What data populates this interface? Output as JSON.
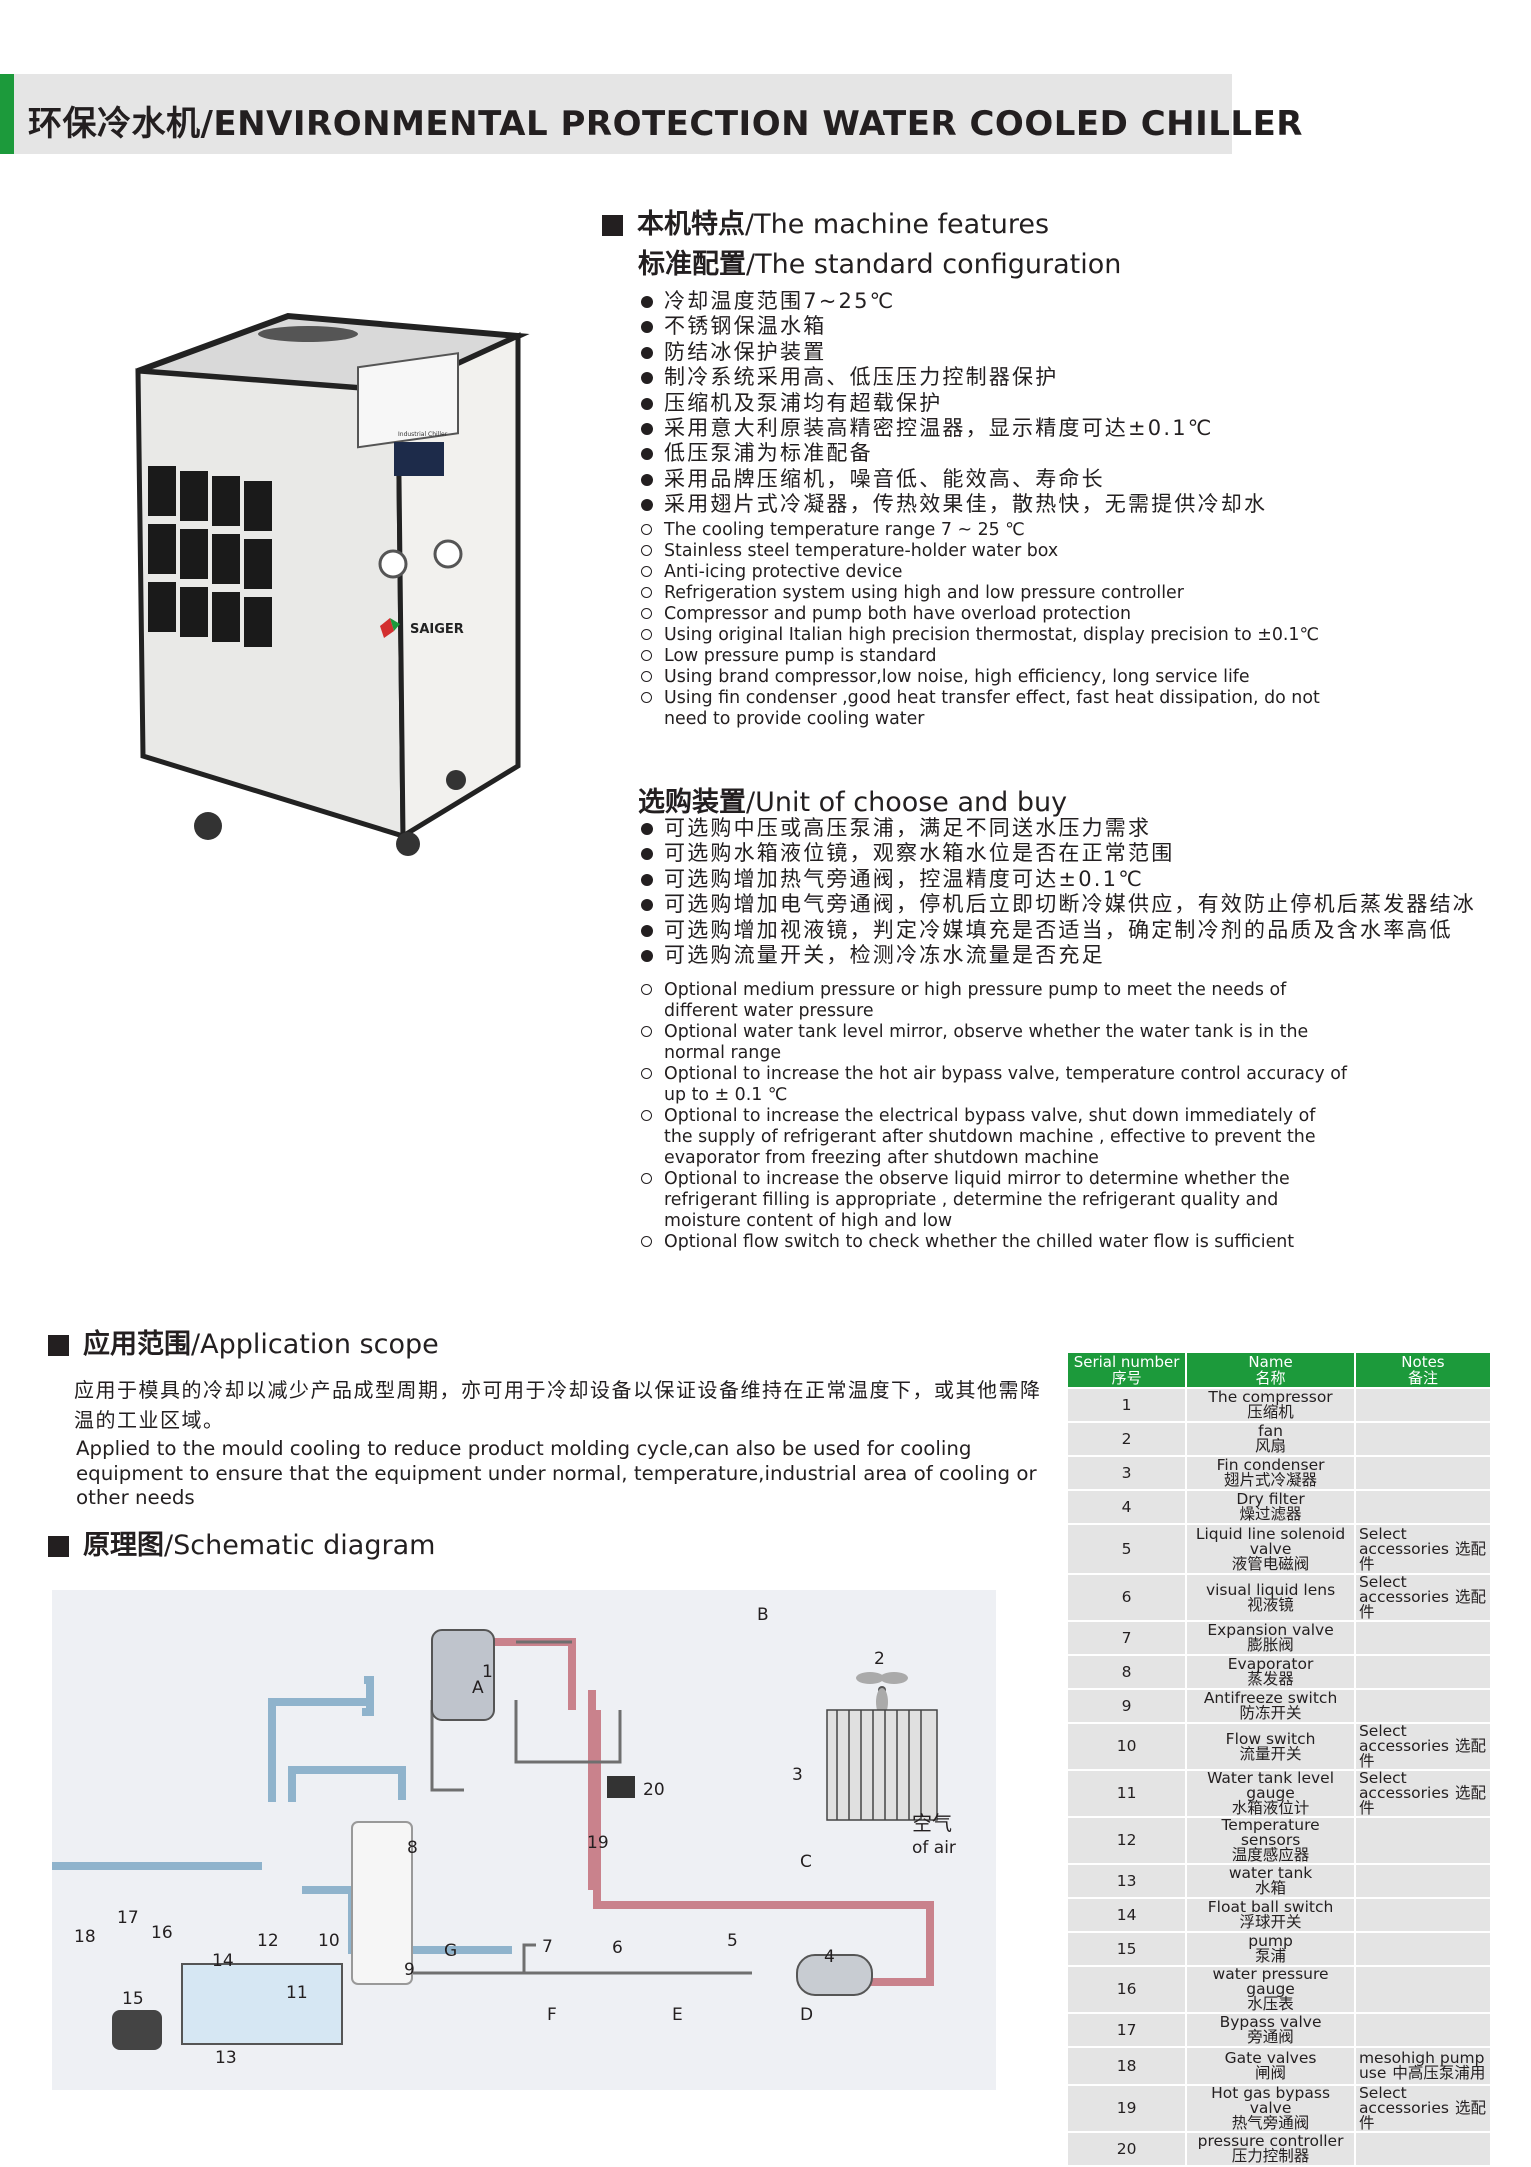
{
  "header": {
    "title": "环保冷水机/ENVIRONMENTAL PROTECTION WATER COOLED CHILLER"
  },
  "product": {
    "brand": "SAIGER",
    "panel_label": "Industrial Chiller"
  },
  "features": {
    "heading_cn": "本机特点",
    "heading_en": "/The machine features",
    "std_cn": "标准配置",
    "std_en": "/The standard configuration",
    "items_cn": [
      "冷却温度范围7~25℃",
      "不锈钢保温水箱",
      "防结冰保护装置",
      "制冷系统采用高、低压压力控制器保护",
      "压缩机及泵浦均有超载保护",
      "采用意大利原装高精密控温器，显示精度可达±0.1℃",
      "低压泵浦为标准配备",
      "采用品牌压缩机，噪音低、能效高、寿命长",
      "采用翅片式冷凝器，传热效果佳，散热快，无需提供冷却水"
    ],
    "items_en": [
      "The cooling temperature range 7 ~ 25 ℃",
      "Stainless steel temperature-holder water box",
      "Anti-icing protective device",
      "Refrigeration system using high and low pressure controller",
      "Compressor and pump both have overload protection",
      "Using original Italian high precision thermostat, display precision to ±0.1℃",
      "Low pressure pump is standard",
      "Using brand compressor,low noise, high efficiency, long service life",
      "Using fin condenser ,good heat transfer effect, fast heat dissipation, do not need to provide cooling water"
    ]
  },
  "optional": {
    "heading_cn": "选购装置",
    "heading_en": "/Unit of choose and buy",
    "items_cn": [
      "可选购中压或高压泵浦，满足不同送水压力需求",
      "可选购水箱液位镜，观察水箱水位是否在正常范围",
      "可选购增加热气旁通阀，控温精度可达±0.1℃",
      "可选购增加电气旁通阀，停机后立即切断冷媒供应，有效防止停机后蒸发器结冰",
      "可选购增加视液镜，判定冷媒填充是否适当，确定制冷剂的品质及含水率高低",
      "可选购流量开关，检测冷冻水流量是否充足"
    ],
    "items_en": [
      "Optional medium pressure or high pressure pump to meet the needs of different water pressure",
      "Optional water tank level mirror, observe whether the water tank is in the normal range",
      "Optional to increase the hot air bypass valve, temperature control accuracy of up to ± 0.1 ℃",
      "Optional to increase the electrical bypass valve, shut down immediately of the supply of refrigerant after shutdown machine , effective to prevent the evaporator from freezing after shutdown machine",
      "Optional to increase the observe liquid mirror to determine whether the refrigerant filling is appropriate , determine the refrigerant quality and moisture content of high and low",
      "Optional flow switch to check whether the chilled water flow is sufficient"
    ]
  },
  "application": {
    "heading_cn": "应用范围",
    "heading_en": "/Application scope",
    "text_cn": "应用于模具的冷却以减少产品成型周期，亦可用于冷却设备以保证设备维持在正常温度下，或其他需降温的工业区域。",
    "text_en": "Applied to the mould cooling to reduce product molding cycle,can also be used for cooling equipment to ensure that the equipment under normal, temperature,industrial area of cooling or other needs"
  },
  "schematic": {
    "heading_cn": "原理图",
    "heading_en": "/Schematic diagram",
    "air_cn": "空气",
    "air_en": "of air",
    "letters": [
      "A",
      "B",
      "C",
      "D",
      "E",
      "F",
      "G"
    ],
    "numbers": [
      "1",
      "2",
      "3",
      "4",
      "5",
      "6",
      "7",
      "8",
      "9",
      "10",
      "11",
      "12",
      "13",
      "14",
      "15",
      "16",
      "17",
      "18",
      "19",
      "20"
    ]
  },
  "table": {
    "headers": [
      {
        "en": "Serial number",
        "cn": "序号"
      },
      {
        "en": "Name",
        "cn": "名称"
      },
      {
        "en": "Notes",
        "cn": "备注"
      }
    ],
    "rows": [
      {
        "sn": "1",
        "name_en": "The compressor",
        "name_cn": "压缩机",
        "note_en": "",
        "note_cn": ""
      },
      {
        "sn": "2",
        "name_en": "fan",
        "name_cn": "风扇",
        "note_en": "",
        "note_cn": ""
      },
      {
        "sn": "3",
        "name_en": "Fin condenser",
        "name_cn": "翅片式冷凝器",
        "note_en": "",
        "note_cn": ""
      },
      {
        "sn": "4",
        "name_en": "Dry filter",
        "name_cn": "燥过滤器",
        "note_en": "",
        "note_cn": ""
      },
      {
        "sn": "5",
        "name_en": "Liquid line solenoid valve",
        "name_cn": "液管电磁阀",
        "note_en": "Select accessories",
        "note_cn": "选配件"
      },
      {
        "sn": "6",
        "name_en": "visual liquid lens",
        "name_cn": "视液镜",
        "note_en": "Select accessories",
        "note_cn": "选配件"
      },
      {
        "sn": "7",
        "name_en": "Expansion valve",
        "name_cn": "膨胀阀",
        "note_en": "",
        "note_cn": ""
      },
      {
        "sn": "8",
        "name_en": "Evaporator",
        "name_cn": "蒸发器",
        "note_en": "",
        "note_cn": ""
      },
      {
        "sn": "9",
        "name_en": "Antifreeze switch",
        "name_cn": "防冻开关",
        "note_en": "",
        "note_cn": ""
      },
      {
        "sn": "10",
        "name_en": "Flow switch",
        "name_cn": "流量开关",
        "note_en": "Select accessories",
        "note_cn": "选配件"
      },
      {
        "sn": "11",
        "name_en": "Water tank level gauge",
        "name_cn": "水箱液位计",
        "note_en": "Select accessories",
        "note_cn": "选配件"
      },
      {
        "sn": "12",
        "name_en": "Temperature sensors",
        "name_cn": "温度感应器",
        "note_en": "",
        "note_cn": ""
      },
      {
        "sn": "13",
        "name_en": "water tank",
        "name_cn": "水箱",
        "note_en": "",
        "note_cn": ""
      },
      {
        "sn": "14",
        "name_en": "Float ball switch",
        "name_cn": "浮球开关",
        "note_en": "",
        "note_cn": ""
      },
      {
        "sn": "15",
        "name_en": "pump",
        "name_cn": "泵浦",
        "note_en": "",
        "note_cn": ""
      },
      {
        "sn": "16",
        "name_en": "water pressure gauge",
        "name_cn": "水压表",
        "note_en": "",
        "note_cn": ""
      },
      {
        "sn": "17",
        "name_en": "Bypass valve",
        "name_cn": "旁通阀",
        "note_en": "",
        "note_cn": ""
      },
      {
        "sn": "18",
        "name_en": "Gate valves",
        "name_cn": "闸阀",
        "note_en": "mesohigh pump use",
        "note_cn": "中高压泵浦用"
      },
      {
        "sn": "19",
        "name_en": "Hot gas bypass valve",
        "name_cn": "热气旁通阀",
        "note_en": "Select accessories",
        "note_cn": "选配件"
      },
      {
        "sn": "20",
        "name_en": "pressure controller",
        "name_cn": "压力控制器",
        "note_en": "",
        "note_cn": ""
      }
    ]
  },
  "colors": {
    "accent": "#1c9a3b",
    "banner": "#e5e5e5",
    "water_pipe": "#8fb3cc",
    "refrigerant_pipe": "#c9828c"
  }
}
